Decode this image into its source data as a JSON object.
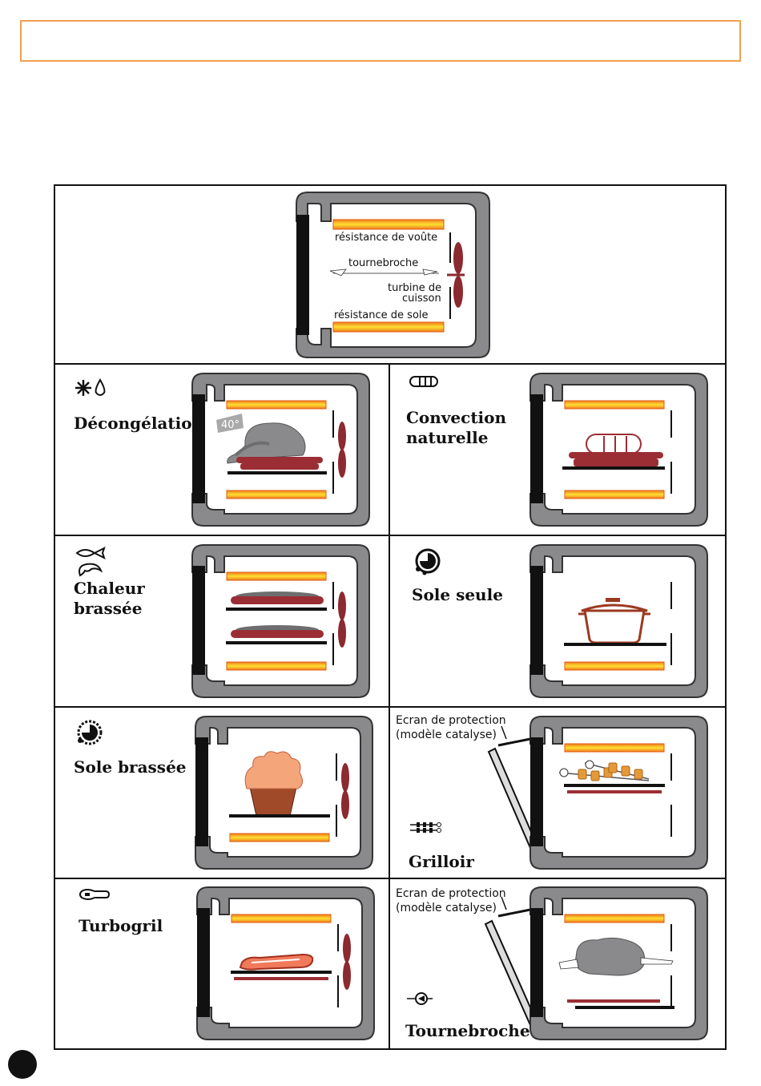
{
  "diagram": {
    "labels": {
      "voute": "résistance de voûte",
      "tournebroche": "tournebroche",
      "turbine_1": "turbine de",
      "turbine_2": "cuisson",
      "sole": "résistance de sole"
    }
  },
  "modes": {
    "decongelation": {
      "title": "Décongélation",
      "temp_badge": "40°",
      "icon": "snowflake-drop-icon"
    },
    "convection": {
      "title": "Convection\nnaturelle",
      "icon": "convection-icon"
    },
    "chaleur": {
      "title": "Chaleur\nbrassée",
      "icon": "fish-croissant-icon"
    },
    "sole_seule": {
      "title": "Sole seule",
      "icon": "sole-icon"
    },
    "sole_brassee": {
      "title": "Sole brassée",
      "icon": "sole-fan-icon"
    },
    "grilloir": {
      "title": "Grilloir",
      "icon": "skewer-icon",
      "screen_label": "Ecran de protection\n(modèle catalyse)"
    },
    "turbogril": {
      "title": "Turbogril",
      "icon": "steak-icon"
    },
    "tournebroche": {
      "title": "Tournebroche",
      "icon": "rotisserie-icon",
      "screen_label": "Ecran de protection\n(modèle catalyse)"
    }
  },
  "colors": {
    "border_accent": "#f0a050",
    "oven_grey": "#8a8a8c",
    "element_orange": "#f07a20",
    "element_yellow": "#ffe030",
    "fan_red": "#8b2a2f",
    "food_red": "#9b2e35"
  }
}
